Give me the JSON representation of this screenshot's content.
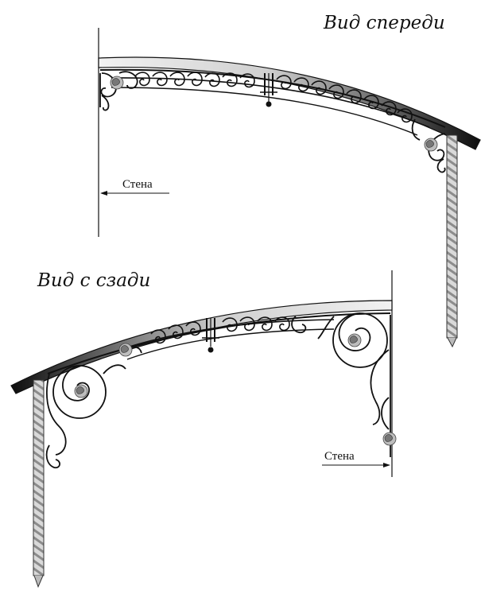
{
  "front_view": {
    "title": "Вид спереди",
    "wall_label": "Стена"
  },
  "back_view": {
    "title": "Вид с сзади",
    "wall_label": "Стена"
  },
  "colors": {
    "ink": "#111111",
    "steel_light": "#d8d8d8",
    "steel_mid": "#9a9a9a",
    "steel_dark": "#1a1a1a"
  }
}
